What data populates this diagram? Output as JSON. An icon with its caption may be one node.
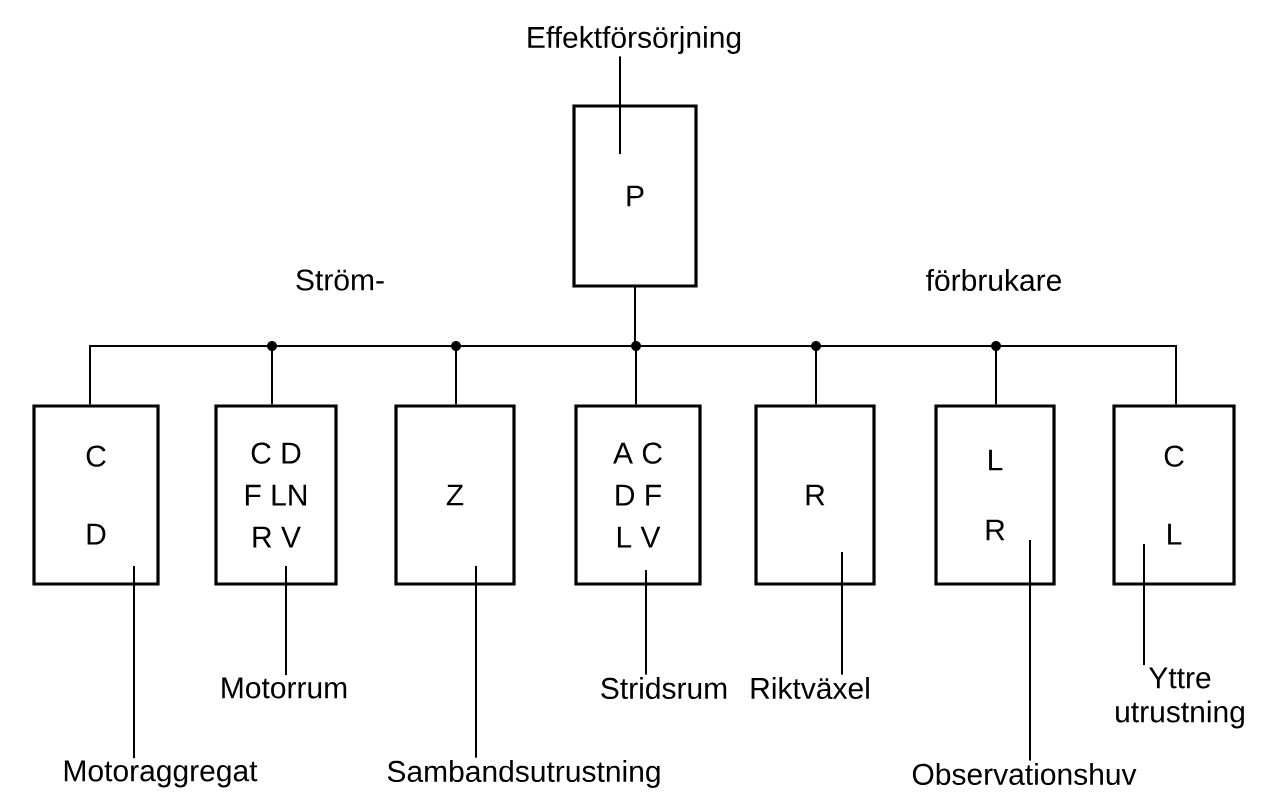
{
  "diagram": {
    "nodes": [
      {
        "text": [
          "P"
        ]
      },
      {
        "text": [
          "C",
          "D"
        ]
      },
      {
        "text": [
          "C D",
          "F LN",
          "R V"
        ]
      },
      {
        "text": [
          "Z"
        ]
      },
      {
        "text": [
          "A C",
          "D F",
          "L V"
        ]
      },
      {
        "text": [
          "R"
        ]
      },
      {
        "text": [
          "L",
          "R"
        ]
      },
      {
        "text": [
          "C",
          "L"
        ]
      },
      {
        "text": [
          "Effektförsörjning"
        ]
      },
      {
        "text": [
          "Motoraggregat"
        ]
      },
      {
        "text": [
          "Motorrum"
        ]
      },
      {
        "text": [
          "Sambandsutrustning"
        ]
      },
      {
        "text": [
          "Stridsrum"
        ]
      },
      {
        "text": [
          "Riktväxel"
        ]
      },
      {
        "text": [
          "Observationshuv"
        ]
      },
      {
        "text": [
          "Yttre utrustning"
        ]
      }
    ],
    "edges": [
      {
        "from": 0,
        "to": 1,
        "arrow": "none"
      },
      {
        "from": 0,
        "to": 2,
        "arrow": "none"
      },
      {
        "from": 0,
        "to": 3,
        "arrow": "none"
      },
      {
        "from": 0,
        "to": 4,
        "arrow": "none"
      },
      {
        "from": 0,
        "to": 5,
        "arrow": "none"
      },
      {
        "from": 0,
        "to": 6,
        "arrow": "none"
      },
      {
        "from": 0,
        "to": 7,
        "arrow": "none"
      },
      {
        "from": 8,
        "to": 0,
        "arrow": "none"
      },
      {
        "from": 9,
        "to": 1,
        "arrow": "none"
      },
      {
        "from": 10,
        "to": 2,
        "arrow": "none"
      },
      {
        "from": 11,
        "to": 3,
        "arrow": "none"
      },
      {
        "from": 12,
        "to": 4,
        "arrow": "none"
      },
      {
        "from": 13,
        "to": 5,
        "arrow": "none"
      },
      {
        "from": 14,
        "to": 6,
        "arrow": "none"
      },
      {
        "from": 15,
        "to": 7,
        "arrow": "none"
      }
    ],
    "labels": [
      "Ström-",
      "förbrukare"
    ]
  }
}
